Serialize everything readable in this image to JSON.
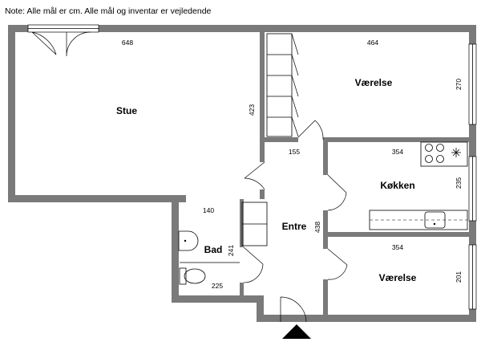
{
  "note": "Note: Alle mål er cm. Alle mål og inventar er vejledende",
  "rooms": {
    "stue": "Stue",
    "vaerelse_top": "Værelse",
    "koekken": "Køkken",
    "entre": "Entre",
    "bad": "Bad",
    "vaerelse_bottom": "Værelse"
  },
  "dimensions": {
    "stue_width": "648",
    "stue_height": "423",
    "vaerelse_top_width": "464",
    "vaerelse_top_height": "270",
    "entre_top": "155",
    "koekken_width": "354",
    "koekken_height": "235",
    "entre_height": "438",
    "bad_width": "140",
    "bad_height": "241",
    "bad_bottom": "225",
    "vaerelse_bottom_width": "354",
    "vaerelse_bottom_height": "201"
  }
}
